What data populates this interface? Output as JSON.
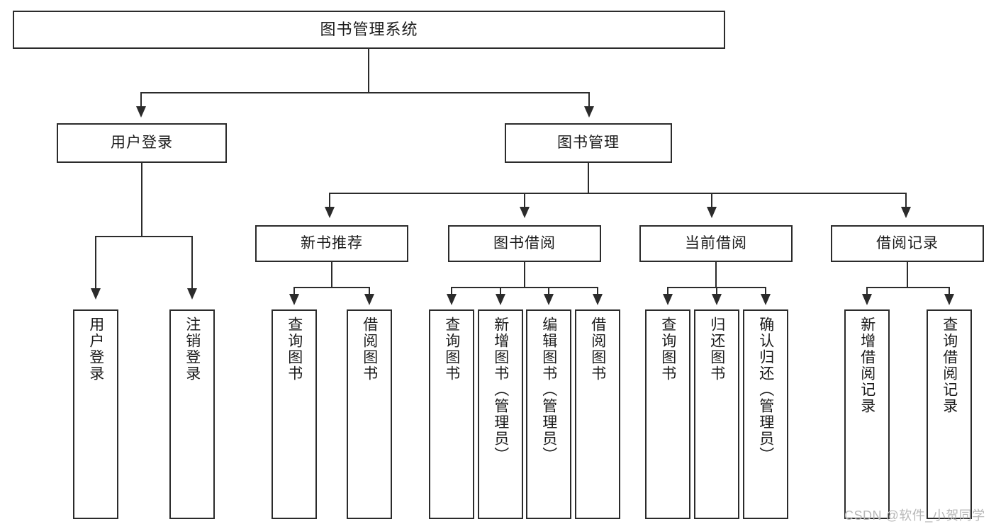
{
  "diagram": {
    "title": "图书管理系统",
    "type": "tree",
    "root": {
      "label": "图书管理系统"
    },
    "level2": [
      {
        "label": "用户登录"
      },
      {
        "label": "图书管理"
      }
    ],
    "level3": [
      {
        "label": "新书推荐"
      },
      {
        "label": "图书借阅"
      },
      {
        "label": "当前借阅"
      },
      {
        "label": "借阅记录"
      }
    ],
    "leaves": {
      "user_login": [
        {
          "label": "用户登录"
        },
        {
          "label": "注销登录"
        }
      ],
      "new_book_recommend": [
        {
          "label": "查询图书"
        },
        {
          "label": "借阅图书"
        }
      ],
      "book_borrow": [
        {
          "label": "查询图书"
        },
        {
          "label": "新增图书（管理员）"
        },
        {
          "label": "编辑图书（管理员）"
        },
        {
          "label": "借阅图书"
        }
      ],
      "current_borrow": [
        {
          "label": "查询图书"
        },
        {
          "label": "归还图书"
        },
        {
          "label": "确认归还（管理员）"
        }
      ],
      "borrow_record": [
        {
          "label": "新增借阅记录"
        },
        {
          "label": "查询借阅记录"
        }
      ]
    }
  },
  "watermark": {
    "text": "CSDN @软件_小贺同学"
  },
  "colors": {
    "stroke": "#2b2b2b",
    "text": "#1b1b1b",
    "background": "#ffffff",
    "watermark": "#b8b8b8"
  }
}
